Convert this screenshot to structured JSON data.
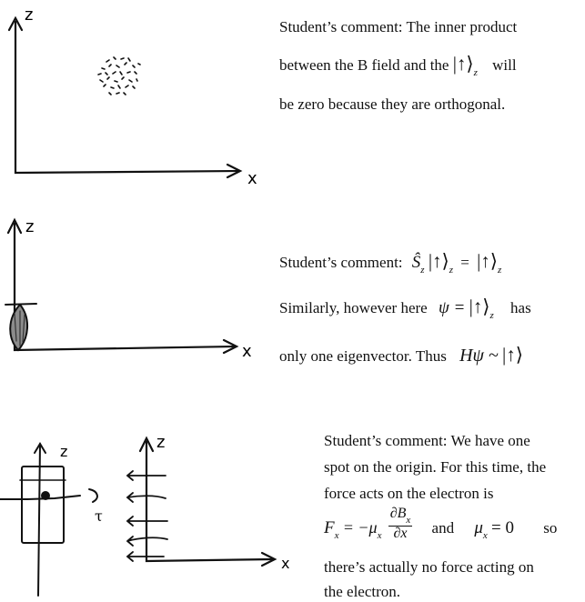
{
  "panel1": {
    "axis_y": "z",
    "axis_x": "x",
    "line1": "Student’s comment: The inner product",
    "line2a": "between the B field and the",
    "ket": "|↑⟩",
    "ket_sub": "z",
    "line2b": "will",
    "line3": "be zero because they are orthogonal."
  },
  "panel2": {
    "axis_y": "z",
    "axis_x": "x",
    "line1_label": "Student’s comment:",
    "line1_op": "Ŝ",
    "line1_op_sub": "z",
    "line1_ket": "|↑⟩",
    "line1_ket_sub": "z",
    "line1_eq": "=",
    "line1_rhs": "|↑⟩",
    "line1_rhs_sub": "z",
    "line2a": "Similarly,  however  here",
    "line2_psi": "ψ =",
    "line2_ket": "|↑⟩",
    "line2_ket_sub": "z",
    "line2b": "has",
    "line3a": "only one eigenvector. Thus",
    "line3_math": "Hψ ~",
    "line3_ket": "|↑⟩"
  },
  "panel3": {
    "axis_y_left": "z",
    "axis_y_right": "z",
    "axis_x": "x",
    "line1": "Student’s  comment:  We  have  one",
    "line2": "spot on the origin. For this time, the",
    "line3": "force    acts    on    the    electron    is",
    "eq1_lhs": "F",
    "eq1_lhs_sub": "x",
    "eq1_mid": "= −μ",
    "eq1_mid_sub": "x",
    "eq1_num": "∂B",
    "eq1_num_sub": "x",
    "eq1_den": "∂x",
    "eq_and": "and",
    "eq2": "μ",
    "eq2_sub": "x",
    "eq2_rhs": "= 0",
    "eq_so": "so",
    "line5": "there’s actually no force acting on",
    "line6": "the electron."
  }
}
